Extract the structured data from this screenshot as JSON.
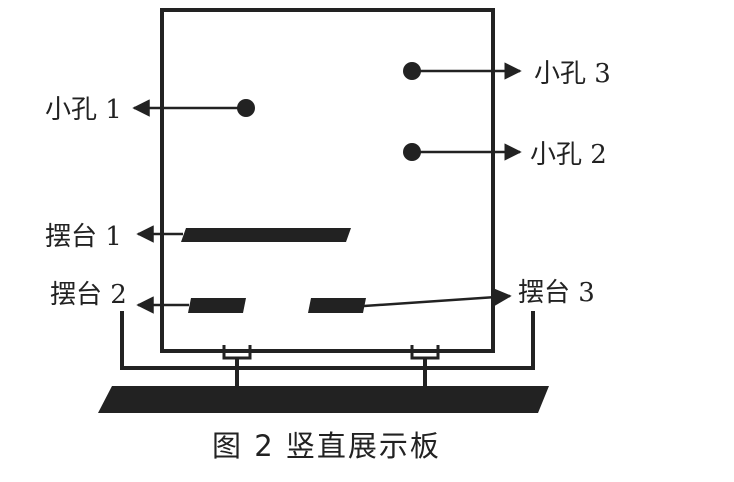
{
  "labels": {
    "hole1": "小孔 1",
    "hole2": "小孔 2",
    "hole3": "小孔 3",
    "platform1": "摆台 1",
    "platform2": "摆台 2",
    "platform3": "摆台 3"
  },
  "caption": "图 2  竖直展示板",
  "colors": {
    "ink": "#222222",
    "background": "#ffffff"
  }
}
